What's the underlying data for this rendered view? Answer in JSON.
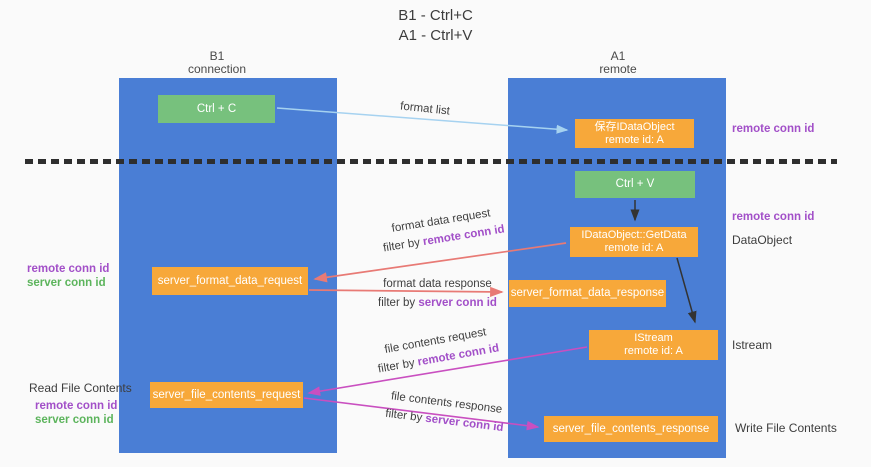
{
  "title": {
    "line1": "B1 - Ctrl+C",
    "line2": "A1 - Ctrl+V"
  },
  "lanes": {
    "left": {
      "title": "B1",
      "subtitle": "connection"
    },
    "right": {
      "title": "A1",
      "subtitle": "remote"
    }
  },
  "boxes": {
    "ctrl_c": {
      "label": "Ctrl + C"
    },
    "save_dataobject": {
      "line1": "保存IDataObject",
      "line2": "remote id: A"
    },
    "ctrl_v": {
      "label": "Ctrl + V"
    },
    "getdata": {
      "line1": "IDataObject::GetData",
      "line2": "remote id: A"
    },
    "format_request": {
      "label": "server_format_data_request"
    },
    "format_response": {
      "label": "server_format_data_response"
    },
    "istream": {
      "line1": "IStream",
      "line2": "remote id: A"
    },
    "file_request": {
      "label": "server_file_contents_request"
    },
    "file_response": {
      "label": "server_file_contents_response"
    }
  },
  "flow_labels": {
    "format_list": "format list",
    "format_data_request": {
      "line1": "format data request",
      "prefix": "filter by ",
      "highlight": "remote conn id"
    },
    "format_data_response": {
      "line1": "format data response",
      "prefix": "filter by ",
      "highlight": "server conn id"
    },
    "file_contents_request": {
      "line1": "file contents request",
      "prefix": "filter by ",
      "highlight": "remote conn id"
    },
    "file_contents_response": {
      "line1": "file contents response",
      "prefix": "filter by ",
      "highlight": "server conn id"
    }
  },
  "side_labels": {
    "right_remote_conn_id_top": "remote conn id",
    "right_remote_conn_id_mid": "remote conn id",
    "dataobject": "DataObject",
    "istream": "Istream",
    "write_file_contents": "Write File Contents",
    "left_remote_conn_id": "remote conn id",
    "left_server_conn_id": "server conn id",
    "read_file_contents": "Read File Contents",
    "left_remote_conn_id_2": "remote conn id",
    "left_server_conn_id_2": "server conn id"
  },
  "colors": {
    "lane_blue": "#4a7ed5",
    "box_orange": "#f7a83a",
    "box_green": "#77c17d",
    "arrow_salmon": "#e87a75",
    "arrow_magenta": "#c94fc0",
    "arrow_lightblue": "#a6d2f0",
    "arrow_black": "#333333",
    "label_purple": "#a24fc8",
    "label_green": "#5cb45c"
  }
}
